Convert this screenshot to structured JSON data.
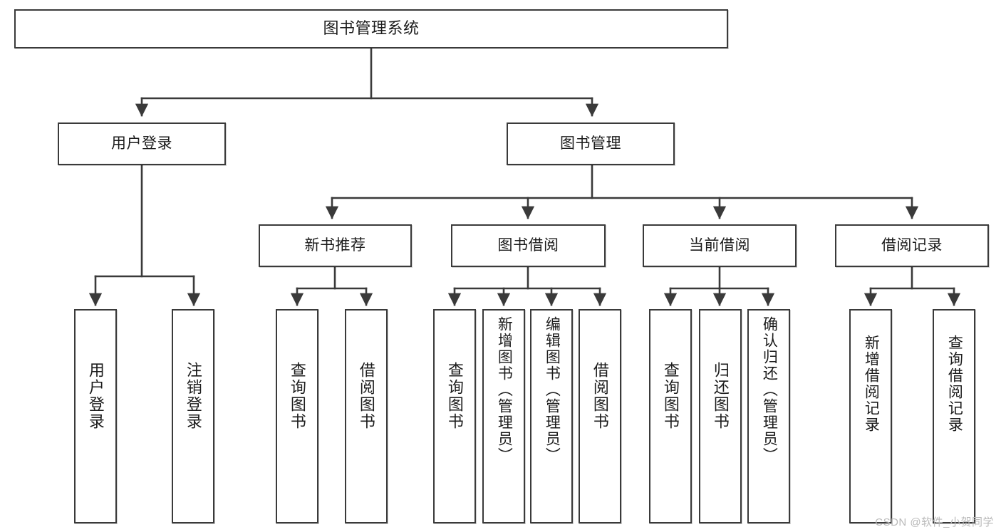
{
  "diagram": {
    "title": "图书管理系统",
    "watermark": "CSDN @软件_小贺同学",
    "line_color": "#3a3a3a",
    "box_fill": "#ffffff",
    "text_color": "#1b1b1b",
    "watermark_color": "#b9b9b9"
  },
  "nodes": {
    "root": {
      "label": "图书管理系统",
      "level": 0
    },
    "level1": [
      {
        "label": "用户登录",
        "level": 1
      },
      {
        "label": "图书管理",
        "level": 1
      }
    ],
    "level2": [
      {
        "label": "新书推荐",
        "level": 2
      },
      {
        "label": "图书借阅",
        "level": 2
      },
      {
        "label": "当前借阅",
        "level": 2
      },
      {
        "label": "借阅记录",
        "level": 2
      }
    ],
    "leaves": {
      "user_login": [
        {
          "label": "用户登录"
        },
        {
          "label": "注销登录"
        }
      ],
      "new_book_recommend": [
        {
          "label": "查询图书"
        },
        {
          "label": "借阅图书"
        }
      ],
      "book_borrow": [
        {
          "label": "查询图书"
        },
        {
          "label": "新增图书（管理员）"
        },
        {
          "label": "编辑图书（管理员）"
        },
        {
          "label": "借阅图书"
        }
      ],
      "current_borrow": [
        {
          "label": "查询图书"
        },
        {
          "label": "归还图书"
        },
        {
          "label": "确认归还（管理员）"
        }
      ],
      "borrow_record": [
        {
          "label": "新增借阅记录"
        },
        {
          "label": "查询借阅记录"
        }
      ]
    }
  }
}
